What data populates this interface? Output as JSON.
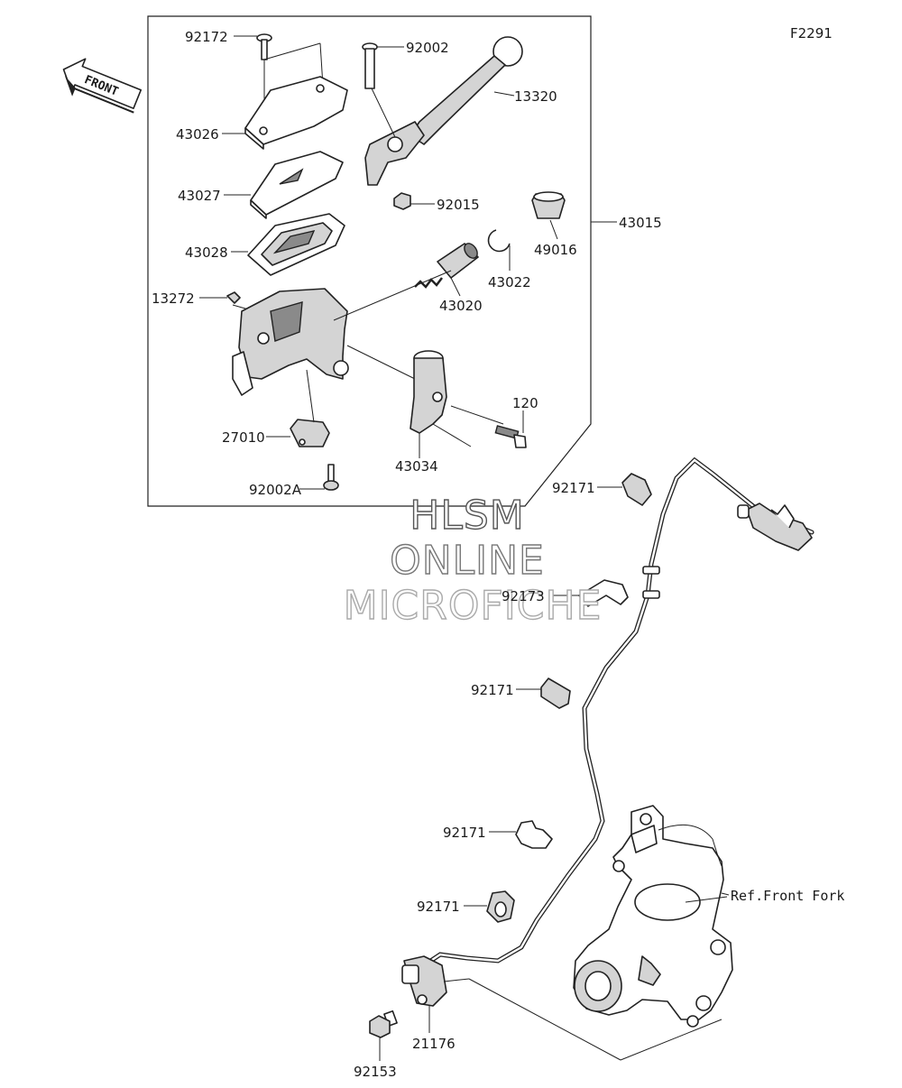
{
  "diagram_code": "F2291",
  "front_arrow": "FRONT",
  "watermark": {
    "line1": "HLSM",
    "line2": "ONLINE",
    "line3": "MICROFICHE"
  },
  "colors": {
    "line": "#222222",
    "part_fill": "#d4d4d4",
    "watermark_dark": "#555555",
    "watermark_light": "#aaaaaa"
  },
  "callouts": {
    "p92172": "92172",
    "p92002": "92002",
    "p13320": "13320",
    "p43026": "43026",
    "p43027": "43027",
    "p92015": "92015",
    "p43015": "43015",
    "p43028": "43028",
    "p49016": "49016",
    "p43022": "43022",
    "p13272": "13272",
    "p43020": "43020",
    "p120": "120",
    "p27010": "27010",
    "p43034": "43034",
    "p92002A": "92002A",
    "p92171a": "92171",
    "p92173": "92173",
    "p92171b": "92171",
    "p92171c": "92171",
    "p92171d": "92171",
    "p21176": "21176",
    "p92153": "92153",
    "ref_front_fork": "Ref.Front Fork"
  }
}
